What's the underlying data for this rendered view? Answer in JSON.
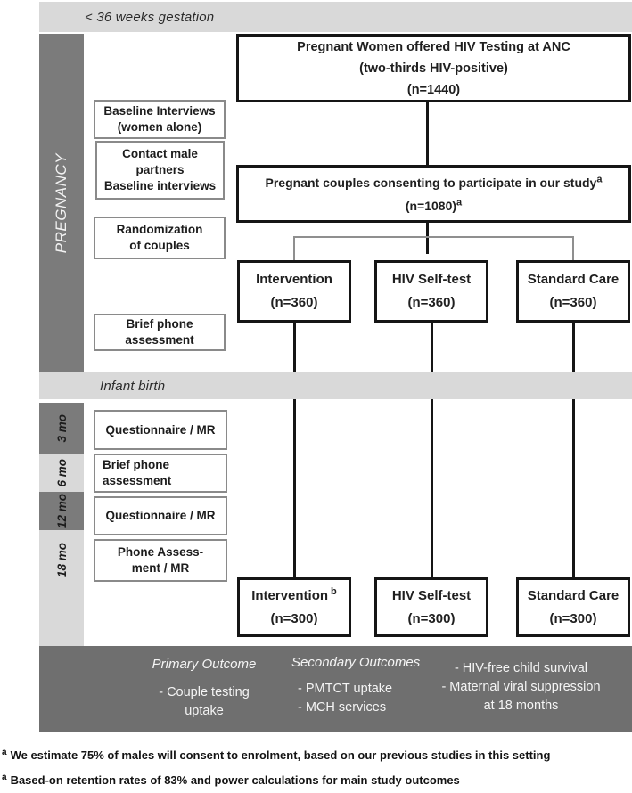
{
  "colors": {
    "light_gray": "#d9d9d9",
    "dark_gray": "#7b7b7b",
    "outcomes_gray": "#6f6f6f",
    "box_border": "#151515",
    "side_box_border": "#8a8a8a"
  },
  "phases": {
    "gestation_label": "< 36 weeks gestation",
    "pregnancy_label": "PREGNANCY",
    "infant_birth_label": "Infant birth"
  },
  "timeline": [
    {
      "label": "3 mo"
    },
    {
      "label": "6 mo"
    },
    {
      "label": "12 mo"
    },
    {
      "label": "18 mo"
    }
  ],
  "flow": {
    "anc_box": {
      "line1": "Pregnant Women offered HIV Testing at ANC",
      "line2": "(two-thirds HIV-positive)",
      "line3": "(n=1440)"
    },
    "consent_box": {
      "line1": "Pregnant couples consenting to participate in our study",
      "sup1": "a",
      "line2": "(n=1080)",
      "sup2": "a"
    },
    "arms_enrolled": [
      {
        "name": "Intervention",
        "n": "(n=360)"
      },
      {
        "name": "HIV Self-test",
        "n": "(n=360)"
      },
      {
        "name": "Standard Care",
        "n": "(n=360)"
      }
    ],
    "arms_retained": [
      {
        "name": "Intervention",
        "sup": "b",
        "n": "(n=300)"
      },
      {
        "name": "HIV Self-test",
        "n": "(n=300)"
      },
      {
        "name": "Standard Care",
        "n": "(n=300)"
      }
    ]
  },
  "side_boxes": [
    {
      "lines": [
        "Baseline Interviews",
        "(women alone)"
      ]
    },
    {
      "lines": [
        "Contact male",
        "partners",
        "Baseline interviews"
      ]
    },
    {
      "lines": [
        "Randomization",
        "of couples"
      ]
    },
    {
      "lines": [
        "Brief phone",
        "assessment"
      ]
    },
    {
      "lines": [
        "Questionnaire / MR"
      ]
    },
    {
      "lines": [
        "Brief phone",
        "assessment"
      ]
    },
    {
      "lines": [
        "Questionnaire / MR"
      ]
    },
    {
      "lines": [
        "Phone Assess-",
        "ment / MR"
      ]
    }
  ],
  "outcomes": {
    "primary_title": "Primary Outcome",
    "primary_line1": "- Couple testing",
    "primary_line2": "uptake",
    "secondary_title": "Secondary Outcomes",
    "secondary_line1": "- PMTCT uptake",
    "secondary_line2": "- MCH services",
    "secondary_right1": "- HIV-free child survival",
    "secondary_right2": "- Maternal viral suppression",
    "secondary_right3": "at 18 months"
  },
  "footnotes": [
    {
      "sup": "a",
      "text": "We estimate 75% of males will consent to enrolment, based on our previous studies in this setting"
    },
    {
      "sup": "a",
      "text": "Based-on retention rates of 83% and power calculations for main study outcomes"
    }
  ]
}
